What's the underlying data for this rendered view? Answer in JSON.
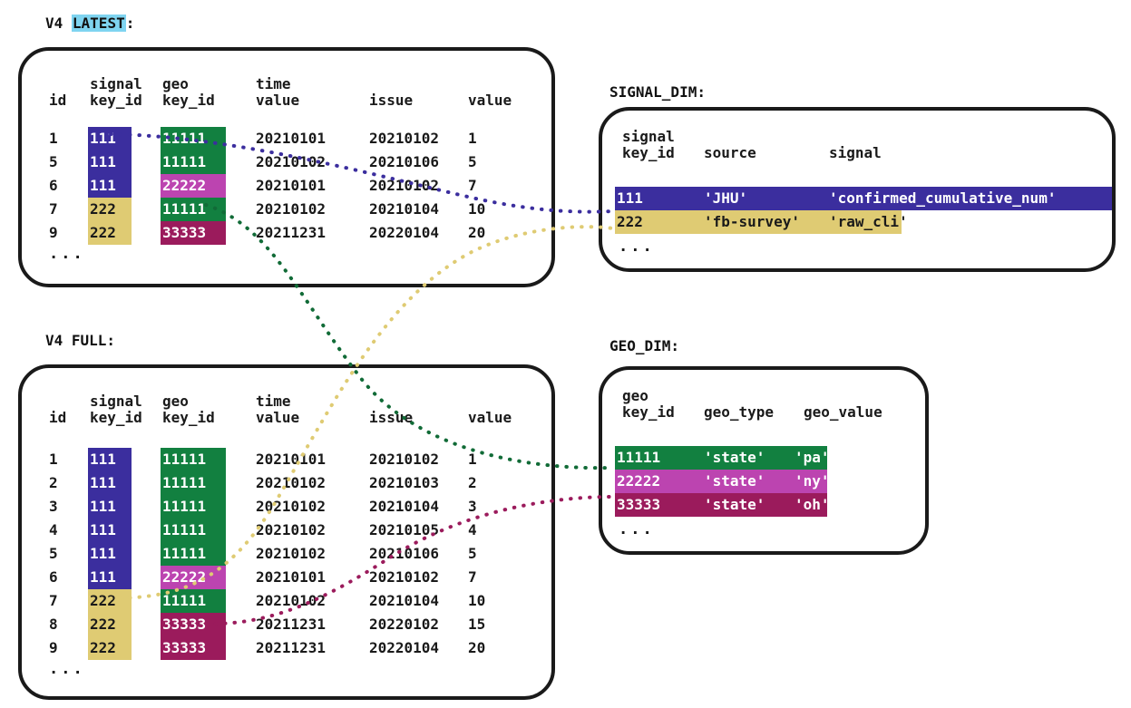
{
  "colors": {
    "signal_111": "#3B2E9E",
    "signal_222": "#DFCB73",
    "geo_11111": "#128040",
    "geo_22222": "#BC44B0",
    "geo_33333": "#9B1B5C",
    "highlight_cyan": "#7FD4F0",
    "outline": "#1a1a1a",
    "text": "#1a1a1a"
  },
  "captions": {
    "latest_prefix": "V4 ",
    "latest_mark": "LATEST",
    "latest_suffix": ":",
    "full": "V4 FULL:",
    "signal_dim": "SIGNAL_DIM:",
    "geo_dim": "GEO_DIM:"
  },
  "fact_table": {
    "headers_top": [
      "",
      "signal",
      "geo",
      "time",
      "",
      ""
    ],
    "headers_bottom": [
      "id",
      "key_id",
      "key_id",
      "value",
      "issue",
      "value"
    ],
    "ellipsis": "..."
  },
  "latest_rows": [
    {
      "id": "1",
      "signal_key_id": "111",
      "geo_key_id": "11111",
      "time_value": "20210101",
      "issue": "20210102",
      "value": "1"
    },
    {
      "id": "5",
      "signal_key_id": "111",
      "geo_key_id": "11111",
      "time_value": "20210102",
      "issue": "20210106",
      "value": "5"
    },
    {
      "id": "6",
      "signal_key_id": "111",
      "geo_key_id": "22222",
      "time_value": "20210101",
      "issue": "20210102",
      "value": "7"
    },
    {
      "id": "7",
      "signal_key_id": "222",
      "geo_key_id": "11111",
      "time_value": "20210102",
      "issue": "20210104",
      "value": "10"
    },
    {
      "id": "9",
      "signal_key_id": "222",
      "geo_key_id": "33333",
      "time_value": "20211231",
      "issue": "20220104",
      "value": "20"
    }
  ],
  "full_rows": [
    {
      "id": "1",
      "signal_key_id": "111",
      "geo_key_id": "11111",
      "time_value": "20210101",
      "issue": "20210102",
      "value": "1"
    },
    {
      "id": "2",
      "signal_key_id": "111",
      "geo_key_id": "11111",
      "time_value": "20210102",
      "issue": "20210103",
      "value": "2"
    },
    {
      "id": "3",
      "signal_key_id": "111",
      "geo_key_id": "11111",
      "time_value": "20210102",
      "issue": "20210104",
      "value": "3"
    },
    {
      "id": "4",
      "signal_key_id": "111",
      "geo_key_id": "11111",
      "time_value": "20210102",
      "issue": "20210105",
      "value": "4"
    },
    {
      "id": "5",
      "signal_key_id": "111",
      "geo_key_id": "11111",
      "time_value": "20210102",
      "issue": "20210106",
      "value": "5"
    },
    {
      "id": "6",
      "signal_key_id": "111",
      "geo_key_id": "22222",
      "time_value": "20210101",
      "issue": "20210102",
      "value": "7"
    },
    {
      "id": "7",
      "signal_key_id": "222",
      "geo_key_id": "11111",
      "time_value": "20210102",
      "issue": "20210104",
      "value": "10"
    },
    {
      "id": "8",
      "signal_key_id": "222",
      "geo_key_id": "33333",
      "time_value": "20211231",
      "issue": "20220102",
      "value": "15"
    },
    {
      "id": "9",
      "signal_key_id": "222",
      "geo_key_id": "33333",
      "time_value": "20211231",
      "issue": "20220104",
      "value": "20"
    }
  ],
  "signal_dim": {
    "headers_top": [
      "signal",
      "",
      ""
    ],
    "headers_bottom": [
      "key_id",
      "source",
      "signal"
    ],
    "rows": [
      {
        "key_id": "111",
        "source": "'JHU'",
        "signal": "'confirmed_cumulative_num'"
      },
      {
        "key_id": "222",
        "source": "'fb-survey'",
        "signal": "'raw_cli'"
      }
    ],
    "ellipsis": "..."
  },
  "geo_dim": {
    "headers_top": [
      "geo",
      "",
      ""
    ],
    "headers_bottom": [
      "key_id",
      "geo_type",
      "geo_value"
    ],
    "rows": [
      {
        "key_id": "11111",
        "geo_type": "'state'",
        "geo_value": "'pa'"
      },
      {
        "key_id": "22222",
        "geo_type": "'state'",
        "geo_value": "'ny'"
      },
      {
        "key_id": "33333",
        "geo_type": "'state'",
        "geo_value": "'oh'"
      }
    ],
    "ellipsis": "..."
  }
}
